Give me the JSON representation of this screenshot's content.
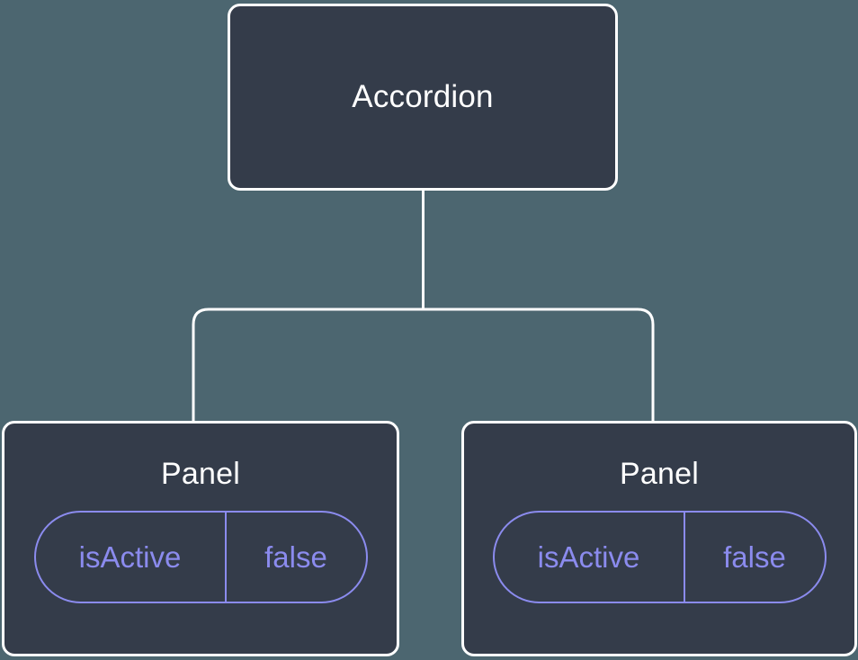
{
  "diagram": {
    "type": "component-tree",
    "background_color": "#4c6670",
    "node_fill_color": "#343c4a",
    "node_border_color": "#ffffff",
    "connector_color": "#ffffff",
    "accent_color": "#8b8bee",
    "root": {
      "label": "Accordion"
    },
    "children": [
      {
        "label": "Panel",
        "state": {
          "key": "isActive",
          "value": "false"
        }
      },
      {
        "label": "Panel",
        "state": {
          "key": "isActive",
          "value": "false"
        }
      }
    ]
  }
}
